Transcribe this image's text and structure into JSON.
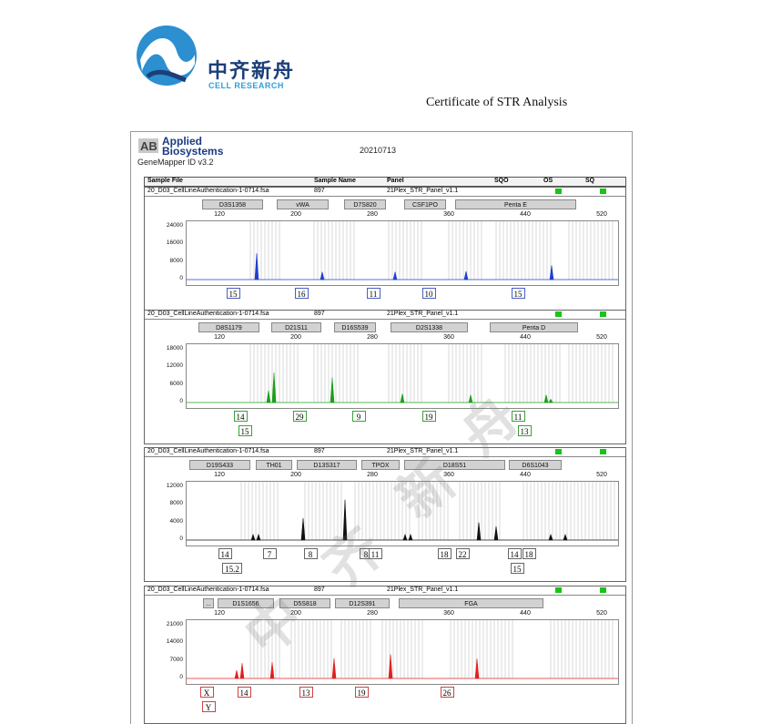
{
  "header": {
    "logo_cn": "中齐新舟",
    "logo_en": "CELL RESEARCH",
    "certificate_title": "Certificate of STR Analysis"
  },
  "report": {
    "vendor_line1": "Applied",
    "vendor_line2": "Biosystems",
    "software": "GeneMapper ID v3.2",
    "date": "20210713",
    "columns": [
      "Sample File",
      "Sample Name",
      "Panel",
      "SQO",
      "OS",
      "SQ"
    ],
    "sample_file": "20_D03_CellLineAuthentication-1-0714.fsa",
    "sample_name": "897",
    "panel_name": "21Plex_STR_Panel_v1.1",
    "x_ticks": [
      "120",
      "200",
      "280",
      "360",
      "440",
      "520"
    ]
  },
  "colors": {
    "blue": "#1f3fcf",
    "green": "#1d9e1d",
    "black": "#111111",
    "red": "#e02020",
    "status": "#18c418"
  },
  "watermark": [
    "中",
    "齐",
    "新",
    "舟"
  ],
  "panels": [
    {
      "color": "#1f3fcf",
      "loci": [
        "D3S1358",
        "vWA",
        "D7S820",
        "CSF1PO",
        "Penta E"
      ],
      "y_ticks": [
        "24000",
        "16000",
        "8000",
        "0"
      ],
      "alleles_row1": [
        "15",
        "16",
        "11",
        "10",
        "15"
      ],
      "alleles_row2": [],
      "peaks": [
        {
          "x": 122,
          "h": 0.48
        },
        {
          "x": 194,
          "h": 0.14
        },
        {
          "x": 274,
          "h": 0.14
        },
        {
          "x": 352,
          "h": 0.15
        },
        {
          "x": 446,
          "h": 0.26
        }
      ]
    },
    {
      "color": "#1d9e1d",
      "loci": [
        "D8S1179",
        "D21S11",
        "D16S539",
        "D2S1338",
        "Penta D"
      ],
      "y_ticks": [
        "18000",
        "12000",
        "6000",
        "0"
      ],
      "alleles_row1": [
        "14",
        "29",
        "9",
        "19",
        "11"
      ],
      "alleles_row2": [
        "15",
        "13"
      ],
      "peaks": [
        {
          "x": 135,
          "h": 0.22
        },
        {
          "x": 141,
          "h": 0.55
        },
        {
          "x": 205,
          "h": 0.46
        },
        {
          "x": 282,
          "h": 0.16
        },
        {
          "x": 357,
          "h": 0.14
        },
        {
          "x": 440,
          "h": 0.14
        },
        {
          "x": 445,
          "h": 0.06
        }
      ]
    },
    {
      "color": "#111111",
      "loci": [
        "D19S433",
        "TH01",
        "D13S317",
        "TPOX",
        "D18S51",
        "D6S1043"
      ],
      "y_ticks": [
        "12000",
        "8000",
        "4000",
        "0"
      ],
      "alleles_row1": [
        "14",
        "7",
        "8",
        "8",
        "11",
        "18",
        "22",
        "14",
        "18"
      ],
      "alleles_row2": [
        "15.2",
        "15"
      ],
      "peaks": [
        {
          "x": 118,
          "h": 0.1
        },
        {
          "x": 124,
          "h": 0.1
        },
        {
          "x": 173,
          "h": 0.4
        },
        {
          "x": 219,
          "h": 0.74
        },
        {
          "x": 285,
          "h": 0.1
        },
        {
          "x": 291,
          "h": 0.1
        },
        {
          "x": 366,
          "h": 0.32
        },
        {
          "x": 385,
          "h": 0.25
        },
        {
          "x": 445,
          "h": 0.1
        },
        {
          "x": 461,
          "h": 0.1
        }
      ]
    },
    {
      "color": "#e02020",
      "loci": [
        "...",
        "D1S1656",
        "D5S818",
        "D12S391",
        "FGA"
      ],
      "y_ticks": [
        "21000",
        "14000",
        "7000",
        "0"
      ],
      "alleles_row1": [
        "X",
        "14",
        "13",
        "19",
        "26"
      ],
      "alleles_row2": [
        "Y"
      ],
      "peaks": [
        {
          "x": 100,
          "h": 0.15
        },
        {
          "x": 106,
          "h": 0.28
        },
        {
          "x": 139,
          "h": 0.3
        },
        {
          "x": 207,
          "h": 0.37
        },
        {
          "x": 269,
          "h": 0.44
        },
        {
          "x": 364,
          "h": 0.36
        }
      ]
    }
  ]
}
